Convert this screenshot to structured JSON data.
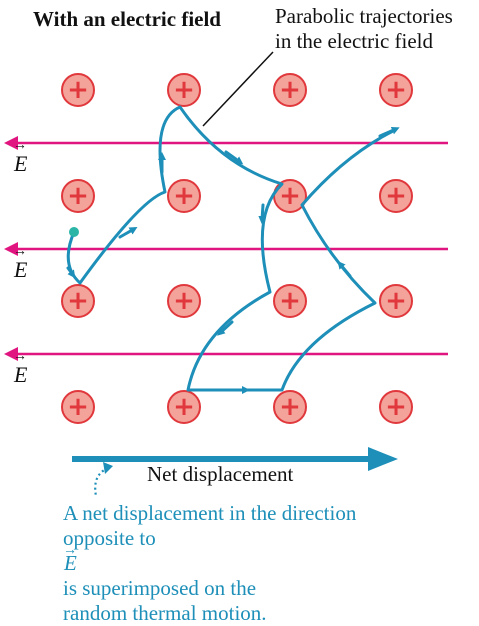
{
  "title": "With an electric field",
  "annotation": {
    "line1": "Parabolic trajectories",
    "line2": "in the electric field"
  },
  "net_displacement_label": "Net displacement",
  "footnote": {
    "line1": "A net displacement in the direction",
    "line2_before": "opposite to ",
    "line2_symbol": "E",
    "line2_after": " is superimposed on the",
    "line3": "random thermal motion."
  },
  "field_symbol": "E",
  "ion_symbol": "+",
  "colors": {
    "ion_fill": "#f4a39a",
    "ion_stroke": "#e0383c",
    "field_line": "#e0157f",
    "trajectory": "#1d8fb8",
    "footnote_text": "#1d8fb8"
  }
}
